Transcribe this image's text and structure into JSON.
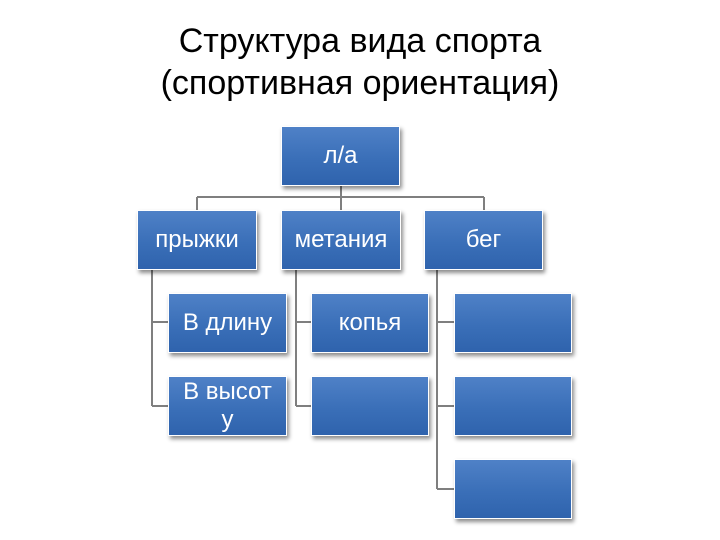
{
  "title": {
    "line1": "Структура вида спорта",
    "line2": "(спортивная ориентация)"
  },
  "diagram": {
    "root": "л/а",
    "branches": [
      {
        "label": "прыжки",
        "children": [
          "В длину",
          "В высоту"
        ]
      },
      {
        "label": "метания",
        "children": [
          "копья",
          ""
        ]
      },
      {
        "label": "бег",
        "children": [
          "",
          "",
          ""
        ]
      }
    ]
  },
  "colors": {
    "box_fill": "#3a6fb8",
    "box_text": "#ffffff",
    "connector": "#7f7f7f"
  }
}
